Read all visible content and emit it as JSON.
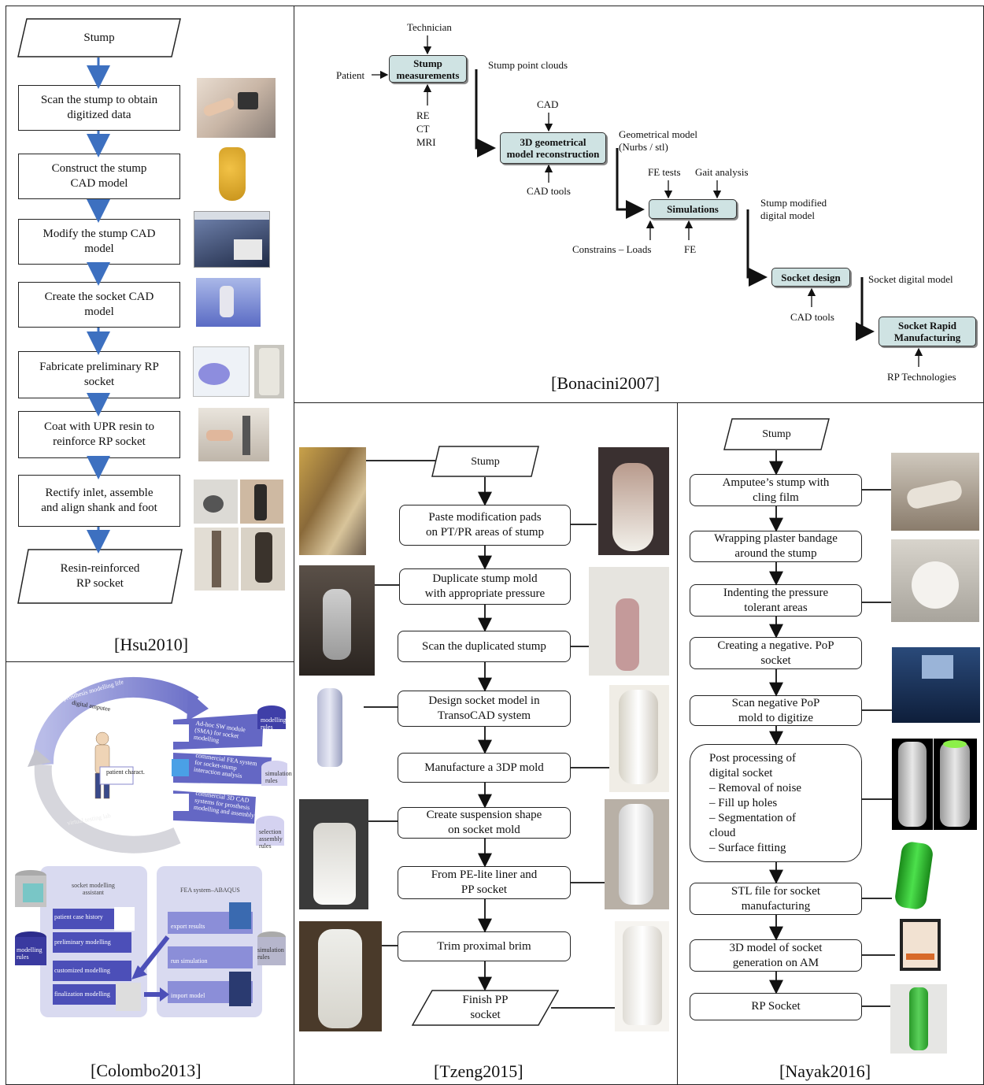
{
  "hsu": {
    "caption": "[Hsu2010]",
    "start": "Stump",
    "steps": [
      "Scan the stump to obtain\ndigitized data",
      "Construct the stump\nCAD model",
      "Modify the stump CAD\nmodel",
      "Create the socket CAD\nmodel",
      "Fabricate preliminary RP\nsocket",
      "Coat with UPR resin to\nreinforce RP socket",
      "Rectify inlet, assemble\nand align shank and foot"
    ],
    "end": "Resin-reinforced\nRP socket",
    "accent": "#3d70c0"
  },
  "bonacini": {
    "caption": "[Bonacini2007]",
    "boxes": {
      "stump_measurements": "Stump\nmeasurements",
      "model_reconstruction": "3D geometrical\nmodel reconstruction",
      "simulations": "Simulations",
      "socket_design": "Socket design",
      "rapid_manufacturing": "Socket Rapid\nManufacturing"
    },
    "labels": {
      "technician": "Technician",
      "patient": "Patient",
      "point_clouds": "Stump point clouds",
      "re_ct_mri": "RE\nCT\nMRI",
      "cad": "CAD",
      "geometrical_model": "Geometrical model\n(Nurbs / stl)",
      "cad_tools_1": "CAD tools",
      "fe_tests": "FE tests",
      "gait_analysis": "Gait analysis",
      "stump_modified": "Stump modified\ndigital model",
      "constrains": "Constrains – Loads",
      "fe": "FE",
      "socket_digital": "Socket digital model",
      "cad_tools_2": "CAD tools",
      "rp_technologies": "RP Technologies"
    },
    "box_color": "#cfe3e3"
  },
  "colombo": {
    "caption": "[Colombo2013]",
    "labels": {
      "prosthesis_lifecycle": "prosthesis modelling life",
      "digital_amputee": "digital amputee",
      "patient_charact": "patient\ncharact.",
      "virtual_lab": "virtual testing lab",
      "ad_hoc": "Ad-hoc SW module\n(SMA) for socket\nmodelling",
      "fea_system": "commercial FEA system\nfor socket-stump\ninteraction analysis",
      "cad_system": "commercial 3D CAD\nsystems for prosthesis\nmodelling and assembly",
      "modelling_rules": "modelling\nrules",
      "simulation_rules": "simulation\nrules",
      "selection_rules": "selection\nassembly\nrules",
      "sma_title": "socket modelling\nassistant",
      "patient_case": "patient case history",
      "preliminary": "preliminary modelling",
      "customized": "customized modelling",
      "finalization": "finalization modelling",
      "abaqus_title": "FEA system–ABAQUS",
      "export_results": "export results",
      "run_simulation": "run simulation",
      "import_model": "import model",
      "modelling_rules_2": "modelling\nrules",
      "simulation_rules_2": "simulation\nrules"
    },
    "purple": "#7b7fd0"
  },
  "tzeng": {
    "caption": "[Tzeng2015]",
    "start": "Stump",
    "steps": [
      "Paste modification pads\non PT/PR areas of stump",
      "Duplicate stump mold\nwith appropriate pressure",
      "Scan the duplicated stump",
      "Design socket model in\nTransoCAD system",
      "Manufacture a 3DP mold",
      "Create suspension shape\non socket mold",
      "From PE-lite liner and\nPP socket",
      "Trim proximal brim"
    ],
    "end": "Finish PP\nsocket"
  },
  "nayak": {
    "caption": "[Nayak2016]",
    "start": "Stump",
    "steps": [
      "Amputee’s stump with\ncling film",
      "Wrapping plaster bandage\naround the stump",
      "Indenting the pressure\ntolerant areas",
      "Creating a negative. PoP\nsocket",
      "Scan negative PoP\nmold to digitize"
    ],
    "post": "Post processing of\ndigital socket\n– Removal of noise\n– Fill up holes\n– Segmentation of\ncloud\n– Surface fitting",
    "steps2": [
      "STL file for socket\nmanufacturing",
      "3D model of socket\ngeneration on AM",
      "RP Socket"
    ]
  }
}
